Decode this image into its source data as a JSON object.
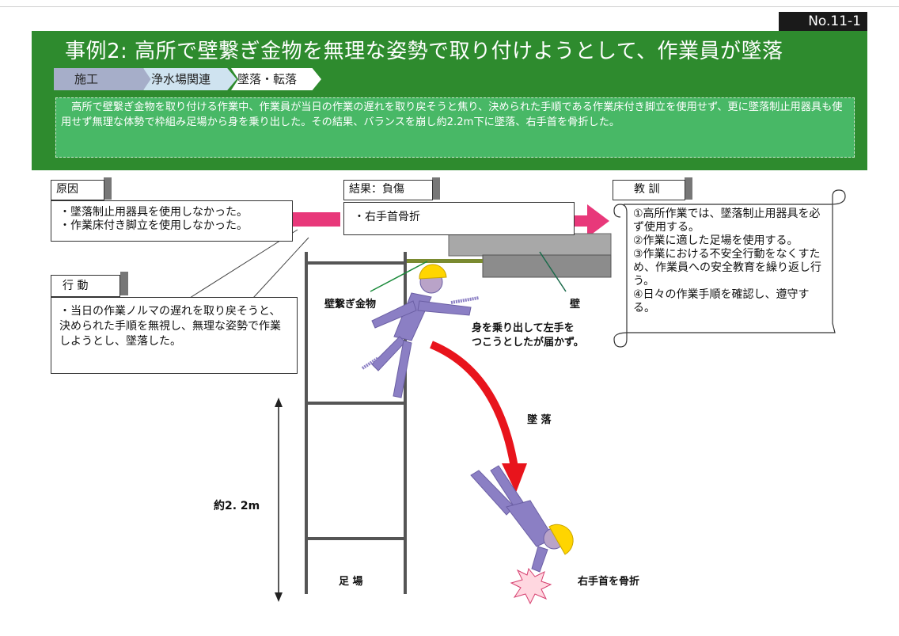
{
  "header": {
    "doc_number": "No.11-1",
    "title": "事例2: 高所で壁繋ぎ金物を無理な姿勢で取り付けようとして、作業員が墜落",
    "breadcrumb": [
      "施工",
      "浄水場関連",
      "墜落・転落"
    ],
    "summary": "　高所で壁繋ぎ金物を取り付ける作業中、作業員が当日の作業の遅れを取り戻そうと焦り、決められた手順である作業床付き脚立を使用せず、更に墜落制止用器具も使用せず無理な体勢で枠組み足場から身を乗り出した。その結果、バランスを崩し約2.2m下に墜落、右手首を骨折した。"
  },
  "cause": {
    "label": "原因",
    "items": [
      "・墜落制止用器具を使用しなかった。",
      "・作業床付き脚立を使用しなかった。"
    ]
  },
  "action": {
    "label": "行 動",
    "text": "・当日の作業ノルマの遅れを取り戻そうと、決められた手順を無視し、無理な姿勢で作業しようとし、墜落した。"
  },
  "result": {
    "label": "結果：負傷",
    "text": "・右手首骨折"
  },
  "lesson": {
    "label": "教 訓",
    "items": [
      "①高所作業では、墜落制止用器具を必ず使用する。",
      "②作業に適した足場を使用する。",
      "③作業における不安全行動をなくすため、作業員への安全教育を繰り返し行う。",
      "④日々の作業手順を確認し、遵守する。"
    ]
  },
  "diagram": {
    "wall_tie": "壁繋ぎ金物",
    "wall": "壁",
    "reach": "身を乗り出して左手を\nつこうとしたが届かず。",
    "fall": "墜 落",
    "height": "約2. 2m",
    "scaffold": "足 場",
    "injury": "右手首を骨折"
  },
  "colors": {
    "header_green": "#2e8b2e",
    "summary_green": "#48b866",
    "arrow_pink": "#e8387a",
    "fall_red": "#e8141c",
    "worker_purple": "#8b7fc4",
    "helmet_yellow": "#ffd500"
  }
}
